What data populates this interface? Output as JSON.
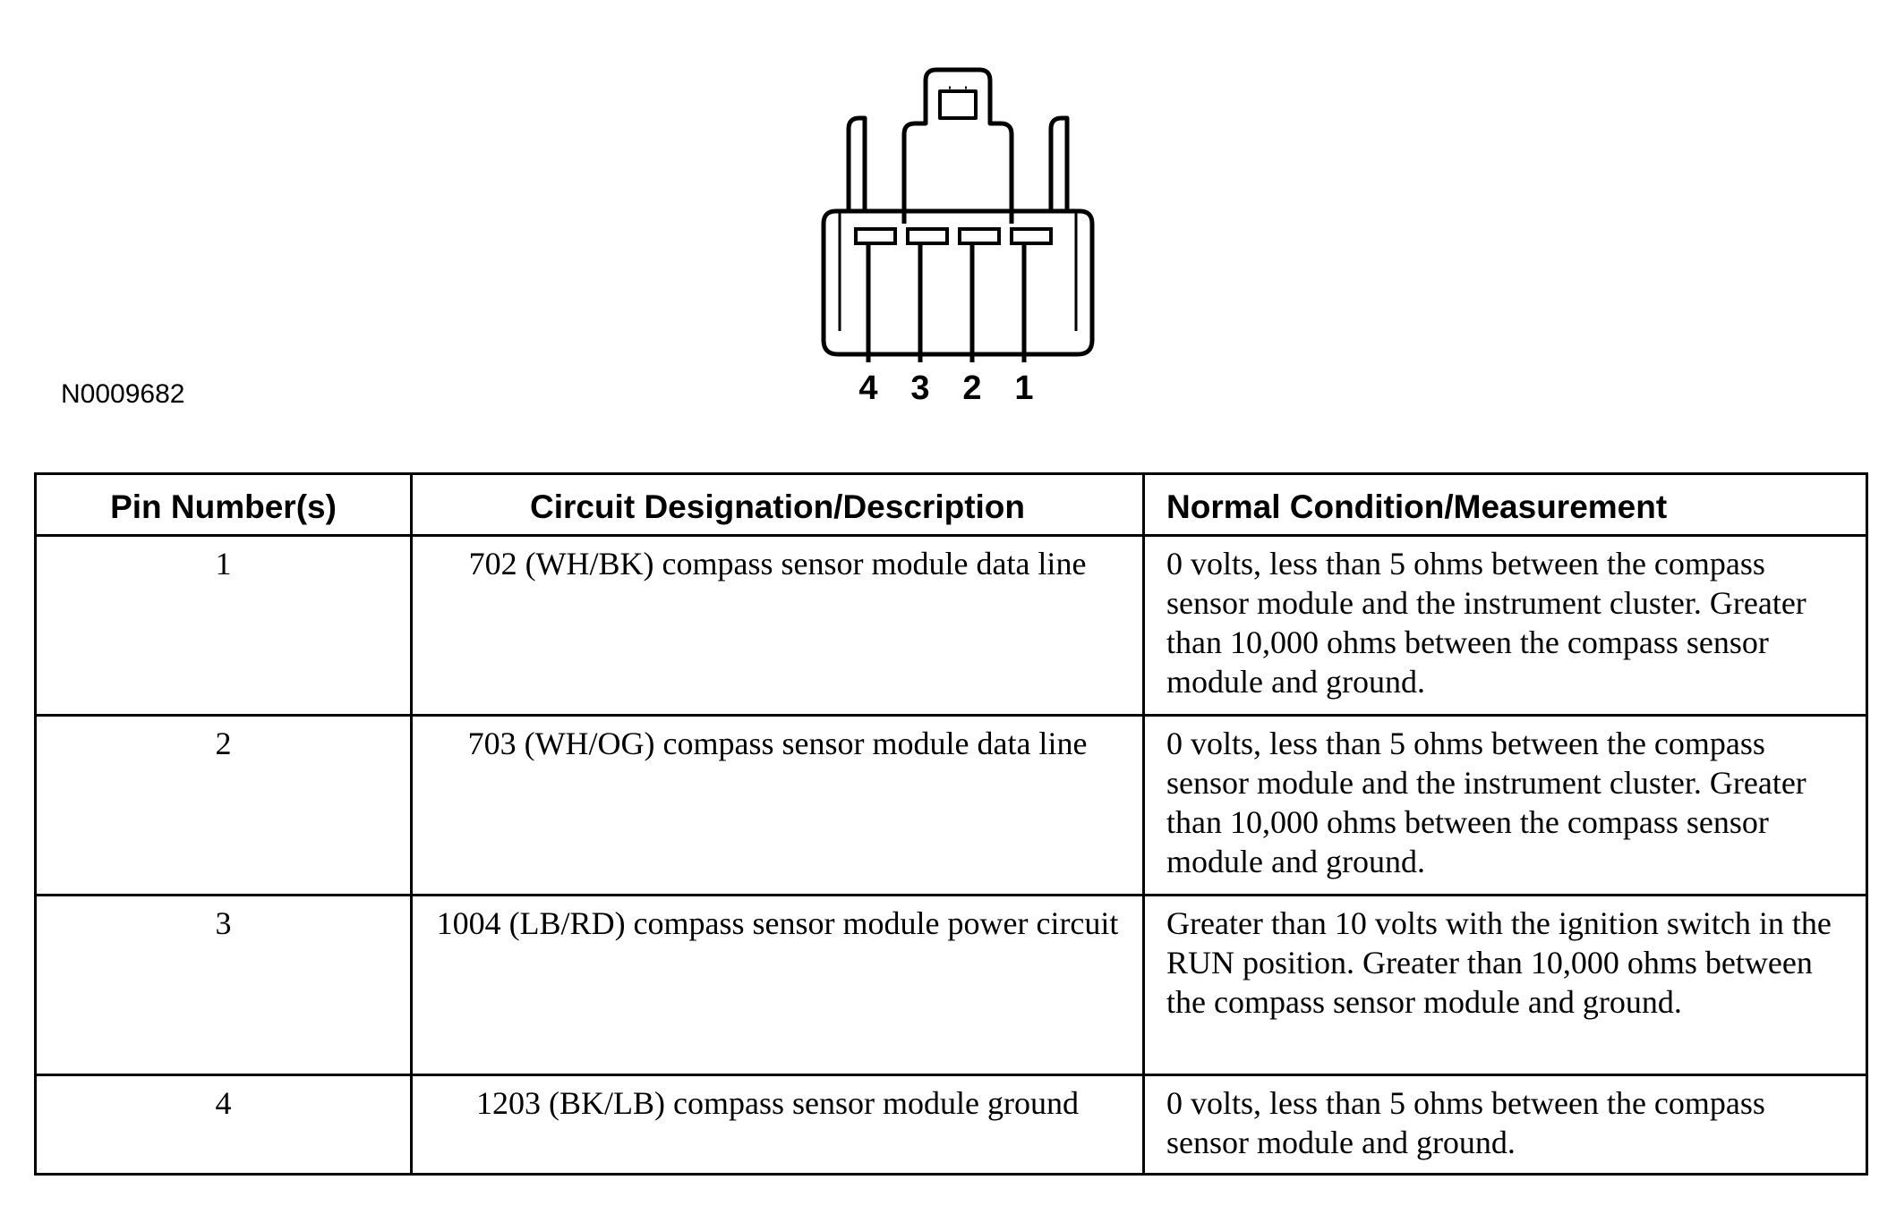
{
  "figure_id": "N0009682",
  "connector": {
    "pin_labels": [
      "4",
      "3",
      "2",
      "1"
    ]
  },
  "table": {
    "headers": {
      "pin": "Pin Number(s)",
      "description": "Circuit Designation/Description",
      "measurement": "Normal Condition/Measurement"
    },
    "rows": [
      {
        "pin": "1",
        "description": "702 (WH/BK) compass sensor module data line",
        "measurement": "0 volts, less than 5 ohms between the compass sensor module and the instrument cluster. Greater than 10,000 ohms between the compass sensor module and ground."
      },
      {
        "pin": "2",
        "description": "703 (WH/OG) compass sensor module data line",
        "measurement": "0 volts, less than 5 ohms between the compass sensor module and the instrument cluster. Greater than 10,000 ohms between the compass sensor module and ground."
      },
      {
        "pin": "3",
        "description": "1004 (LB/RD) compass sensor module power circuit",
        "measurement": "Greater than 10 volts with the ignition switch in the RUN position. Greater than 10,000 ohms between the compass sensor module and ground."
      },
      {
        "pin": "4",
        "description": "1203 (BK/LB) compass sensor module ground",
        "measurement": "0 volts, less than 5 ohms between the compass sensor module and ground."
      }
    ]
  }
}
